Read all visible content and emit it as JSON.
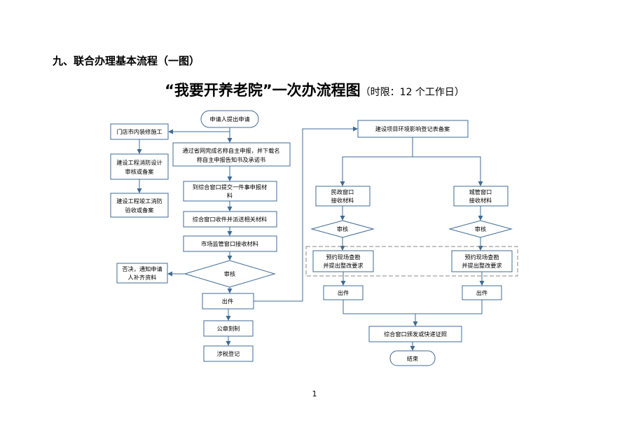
{
  "page": {
    "heading": "九、联合办理基本流程（一图）",
    "title_main": "“我要开养老院”一次办流程图",
    "title_sub": "（时限：12 个工作日）",
    "page_number": "1"
  },
  "colors": {
    "box_stroke": "#3f6b94",
    "box_fill": "#ffffff",
    "arrow": "#3f6b94",
    "dashed_stroke": "#8a8a8a"
  },
  "flowchart": {
    "nodes": {
      "start": [
        "申请人提出申请"
      ],
      "online_apply": [
        "通过省网完成名称自主申报，并下载名",
        "称自主申报告知书及承诺书"
      ],
      "submit_materials": [
        "到综合窗口提交一件事申报材",
        "料"
      ],
      "receive_dispatch": [
        "综合窗口收件并派送相关材料"
      ],
      "market_receive": [
        "市场监管窗口接收材料"
      ],
      "review_main": [
        "审核"
      ],
      "reject_notice": [
        "否决，通知申请",
        "人补齐资料"
      ],
      "issue_main": [
        "出件"
      ],
      "seal_engrave": [
        "公章刻制"
      ],
      "tax_register": [
        "涉税登记"
      ],
      "renovation": [
        "门店市内装修施工"
      ],
      "fire_design": [
        "建设工程消防设计",
        "审核或备案"
      ],
      "fire_accept": [
        "建设工程竣工消防",
        "验收或备案"
      ],
      "env_record": [
        "建设项目环境影响登记表备案"
      ],
      "civil_window": [
        "民政窗口",
        "接收材料"
      ],
      "urban_window": [
        "城管窗口",
        "接收材料"
      ],
      "review_civil": [
        "审核"
      ],
      "review_urban": [
        "审核"
      ],
      "inspect_civil": [
        "预约现场查勘",
        "并提出整改要求"
      ],
      "inspect_urban": [
        "预约现场查勘",
        "并提出整改要求"
      ],
      "issue_civil": [
        "出件"
      ],
      "issue_urban": [
        "出件"
      ],
      "certificate": [
        "综合窗口颁发或快递证照"
      ],
      "end": [
        "结束"
      ]
    }
  }
}
